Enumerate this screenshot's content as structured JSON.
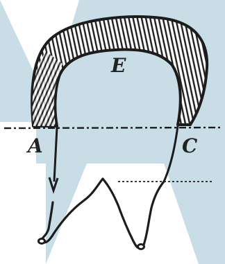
{
  "figure": {
    "labels": {
      "arch": "E",
      "left": "A",
      "right": "C"
    },
    "colors": {
      "background": "#ffffff",
      "panel": "#c9dde6",
      "ink": "#1c1c1c"
    }
  }
}
